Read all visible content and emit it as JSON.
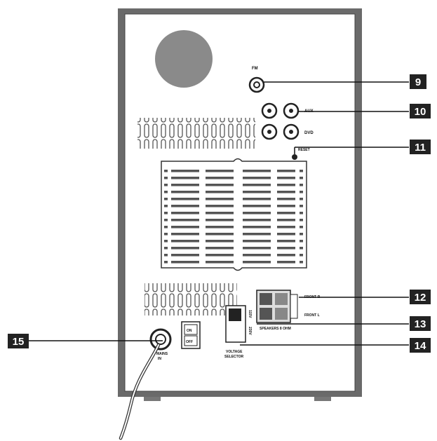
{
  "labels": {
    "fm": "FM",
    "aux": "AUX",
    "dvd": "DVD",
    "reset": "RESET",
    "front_r": "FRONT R",
    "front_l": "FRONT L",
    "speakers": "SPEAKERS 8 OHM",
    "on": "ON",
    "off": "OFF",
    "v115": "115V",
    "v230": "230V",
    "voltage_selector": "VOLTAGE",
    "voltage_selector_2": "SELECTOR",
    "mains": "MAINS",
    "mains_2": "IN"
  },
  "callouts": {
    "c9": "9",
    "c10": "10",
    "c11": "11",
    "c12": "12",
    "c13": "13",
    "c14": "14",
    "c15": "15"
  }
}
